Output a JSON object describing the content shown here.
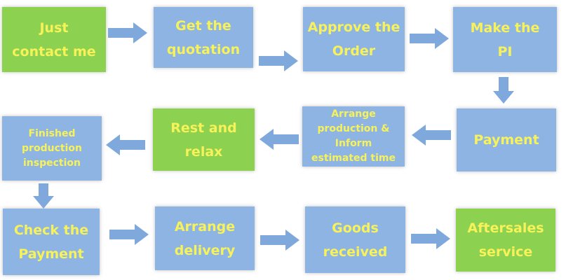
{
  "colors": {
    "blue_box": "#8db4e2",
    "green_box": "#8cd14f",
    "text": "#f7f25a",
    "arrow": "#7fa9dc"
  },
  "steps": {
    "just_contact_me": "Just\ncontact me",
    "get_the_quotation": "Get the\nquotation",
    "approve_the_order": "Approve the\nOrder",
    "make_the_pi": "Make the\nPI",
    "payment": "Payment",
    "arrange_production": "Arrange\nproduction &\nInform\nestimated time",
    "rest_and_relax": "Rest and\nrelax",
    "finished_production_inspection": "Finished\nproduction\ninspection",
    "check_the_payment": "Check the\nPayment",
    "arrange_delivery": "Arrange\ndelivery",
    "goods_received": "Goods\nreceived",
    "aftersales_service": "Aftersales\nservice"
  },
  "arrow_icon": "block-arrow-icon"
}
